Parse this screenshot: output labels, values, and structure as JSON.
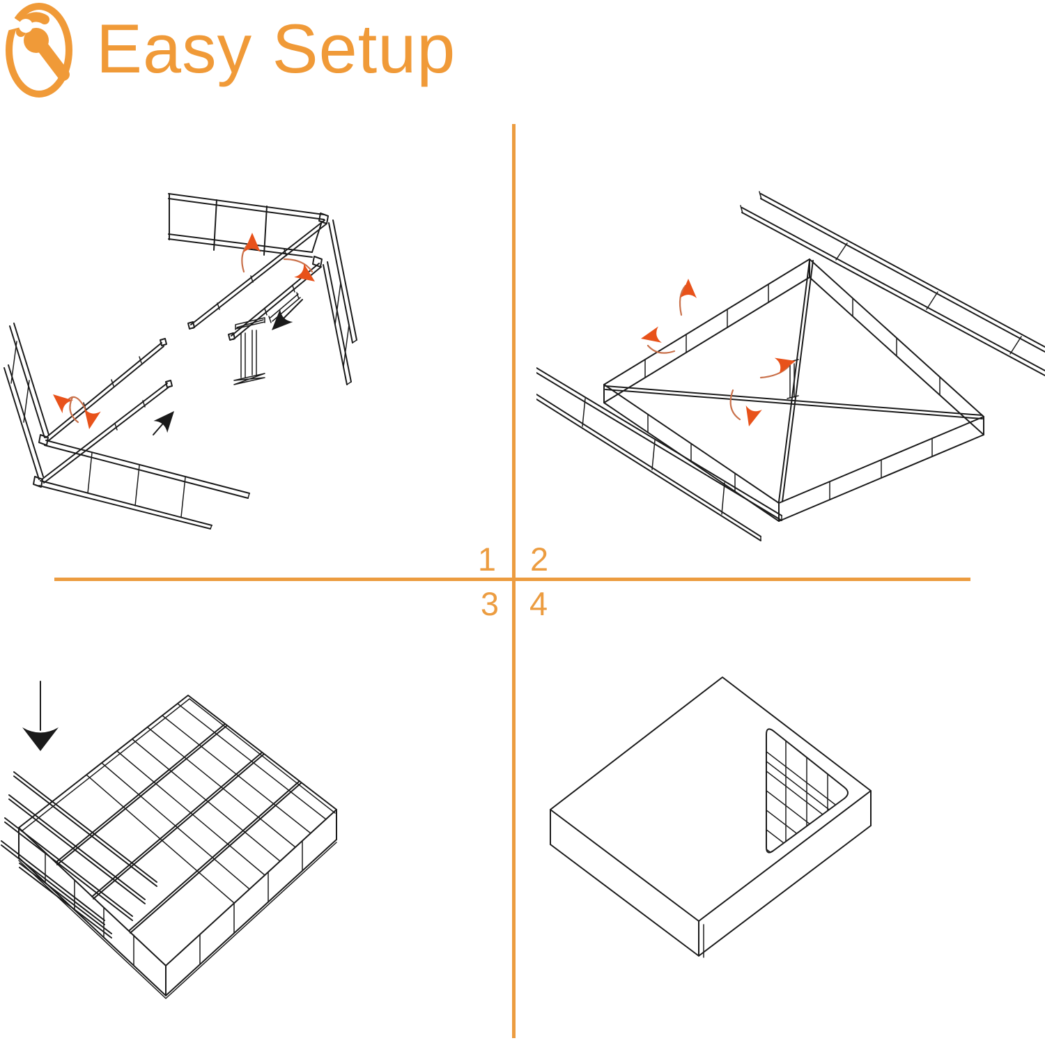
{
  "header": {
    "title": "Easy Setup",
    "icon": "wrench-circle-icon"
  },
  "steps": [
    {
      "label": "1"
    },
    {
      "label": "2"
    },
    {
      "label": "3"
    },
    {
      "label": "4"
    }
  ],
  "colors": {
    "background": "#FFFFFF",
    "accent_orange": "#F09A38",
    "divider_orange": "#EC9C40",
    "arrow_red_orange": "#E8521A",
    "arrow_tail": "#C9714B",
    "line_art": "#1A1A1A"
  }
}
